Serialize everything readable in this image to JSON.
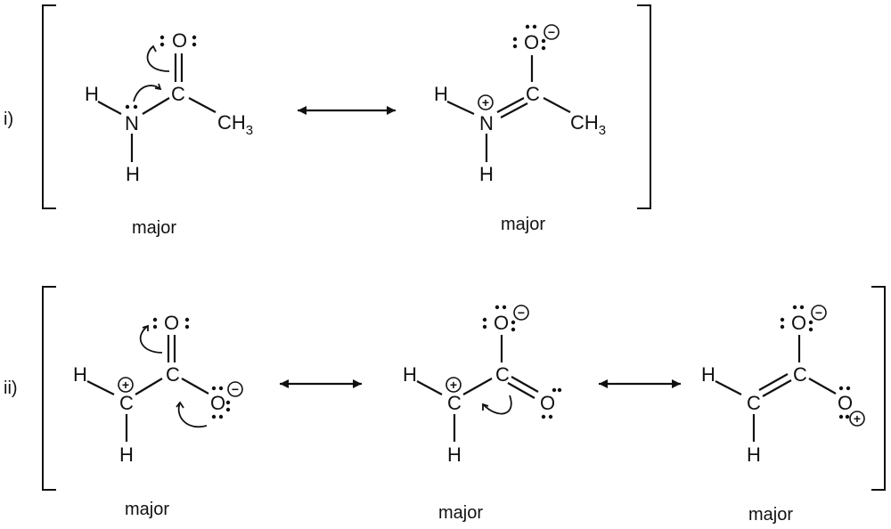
{
  "rows": [
    {
      "tag": "i)",
      "structures": [
        {
          "labels": {
            "H1": "H",
            "N": "N",
            "H2": "H",
            "C": "C",
            "O": "O",
            "CH": "CH",
            "sub3": "3"
          },
          "caption": "major"
        },
        {
          "labels": {
            "H1": "H",
            "N": "N",
            "H2": "H",
            "C": "C",
            "O": "O",
            "CH": "CH",
            "sub3": "3",
            "chargeN": "+",
            "chargeO": "−"
          },
          "caption": "major"
        }
      ]
    },
    {
      "tag": "ii)",
      "structures": [
        {
          "labels": {
            "H1": "H",
            "C1": "C",
            "H2": "H",
            "C2": "C",
            "O1": "O",
            "O2": "O",
            "chargeC": "+",
            "chargeO2": "−"
          },
          "caption": "major"
        },
        {
          "labels": {
            "H1": "H",
            "C1": "C",
            "H2": "H",
            "C2": "C",
            "O1": "O",
            "O2": "O",
            "chargeC": "+",
            "chargeO1": "−"
          },
          "caption": "major"
        },
        {
          "labels": {
            "H1": "H",
            "C1": "C",
            "H2": "H",
            "C2": "C",
            "O1": "O",
            "O2": "O",
            "chargeO1": "−",
            "chargeO2": "+"
          },
          "caption": "major"
        }
      ]
    }
  ]
}
